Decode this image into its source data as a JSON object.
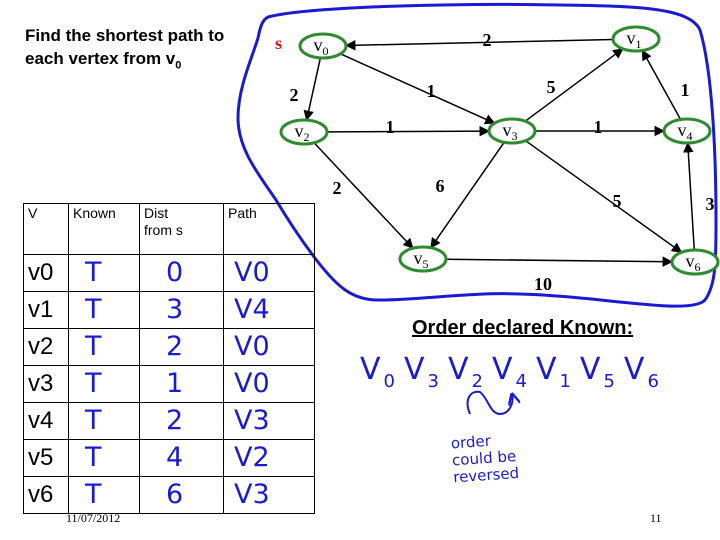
{
  "title": {
    "line1": "Find the shortest path to",
    "line2_prefix": "each vertex from v",
    "line2_sub": "0"
  },
  "graph": {
    "source_marker": "s",
    "nodes": [
      {
        "id": "v0",
        "letter": "v",
        "sub": "0"
      },
      {
        "id": "v1",
        "letter": "v",
        "sub": "1"
      },
      {
        "id": "v2",
        "letter": "v",
        "sub": "2"
      },
      {
        "id": "v3",
        "letter": "v",
        "sub": "3"
      },
      {
        "id": "v4",
        "letter": "v",
        "sub": "4"
      },
      {
        "id": "v5",
        "letter": "v",
        "sub": "5"
      },
      {
        "id": "v6",
        "letter": "v",
        "sub": "6"
      }
    ],
    "edges": [
      {
        "from": "v1",
        "to": "v0",
        "weight": "2"
      },
      {
        "from": "v0",
        "to": "v2",
        "weight": "2"
      },
      {
        "from": "v0",
        "to": "v3",
        "weight": "1"
      },
      {
        "from": "v2",
        "to": "v3",
        "weight": "1"
      },
      {
        "from": "v3",
        "to": "v1",
        "weight": "5"
      },
      {
        "from": "v4",
        "to": "v1",
        "weight": "1"
      },
      {
        "from": "v3",
        "to": "v4",
        "weight": "1"
      },
      {
        "from": "v2",
        "to": "v5",
        "weight": "2"
      },
      {
        "from": "v3",
        "to": "v5",
        "weight": "6"
      },
      {
        "from": "v3",
        "to": "v6",
        "weight": "5"
      },
      {
        "from": "v5",
        "to": "v6",
        "weight": "10"
      },
      {
        "from": "v6",
        "to": "v4",
        "weight": "3"
      }
    ],
    "colors": {
      "node_outline": "#2e8b2e",
      "boundary": "#1a1ad0",
      "source_marker": "#dd1111"
    }
  },
  "table": {
    "headers": {
      "v": "V",
      "known": "Known",
      "dist_line1": "Dist",
      "dist_line2": "from s",
      "path": "Path"
    },
    "rows": [
      {
        "v": "v0",
        "known": "T",
        "dist": "0",
        "path": "V0"
      },
      {
        "v": "v1",
        "known": "T",
        "dist": "3",
        "path": "V4"
      },
      {
        "v": "v2",
        "known": "T",
        "dist": "2",
        "path": "V0"
      },
      {
        "v": "v3",
        "known": "T",
        "dist": "1",
        "path": "V0"
      },
      {
        "v": "v4",
        "known": "T",
        "dist": "2",
        "path": "V3"
      },
      {
        "v": "v5",
        "known": "T",
        "dist": "4",
        "path": "V2"
      },
      {
        "v": "v6",
        "known": "T",
        "dist": "6",
        "path": "V3"
      }
    ]
  },
  "order": {
    "heading": "Order declared Known:",
    "sequence": [
      {
        "letter": "V",
        "sub": "0"
      },
      {
        "letter": "V",
        "sub": "3"
      },
      {
        "letter": "V",
        "sub": "2"
      },
      {
        "letter": "V",
        "sub": "4"
      },
      {
        "letter": "V",
        "sub": "1"
      },
      {
        "letter": "V",
        "sub": "5"
      },
      {
        "letter": "V",
        "sub": "6"
      }
    ],
    "note": [
      "order",
      "could be",
      "reversed"
    ]
  },
  "footer": {
    "date": "11/07/2012",
    "page": "11"
  }
}
